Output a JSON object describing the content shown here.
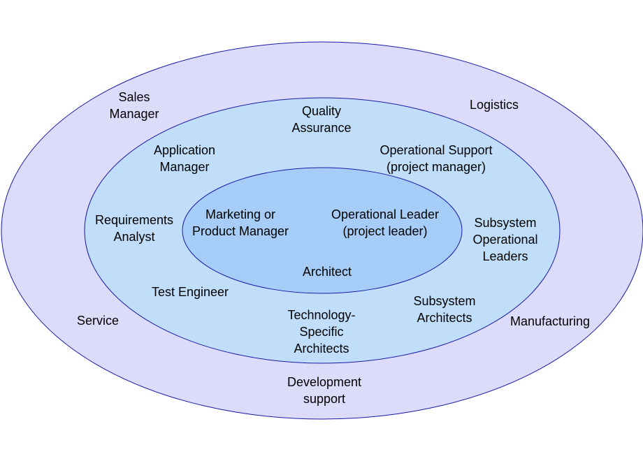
{
  "colors": {
    "outer_fill": "#dcdcfa",
    "middle_fill": "#c0defa",
    "inner_fill": "#a6cdf7",
    "stroke": "#1a1aa8"
  },
  "outer_ring": {
    "sales_manager": "Sales\nManager",
    "logistics": "Logistics",
    "service": "Service",
    "manufacturing": "Manufacturing",
    "development_support": "Development\nsupport"
  },
  "middle_ring": {
    "quality_assurance": "Quality\nAssurance",
    "application_manager": "Application\nManager",
    "operational_support": "Operational Support\n(project manager)",
    "requirements_analyst": "Requirements\nAnalyst",
    "subsystem_operational_leaders": "Subsystem\nOperational\nLeaders",
    "test_engineer": "Test Engineer",
    "technology_specific_architects": "Technology-\nSpecific\nArchitects",
    "subsystem_architects": "Subsystem\nArchitects"
  },
  "inner_ring": {
    "marketing_product_manager": "Marketing or\nProduct Manager",
    "operational_leader": "Operational Leader\n(project leader)",
    "architect": "Architect"
  }
}
